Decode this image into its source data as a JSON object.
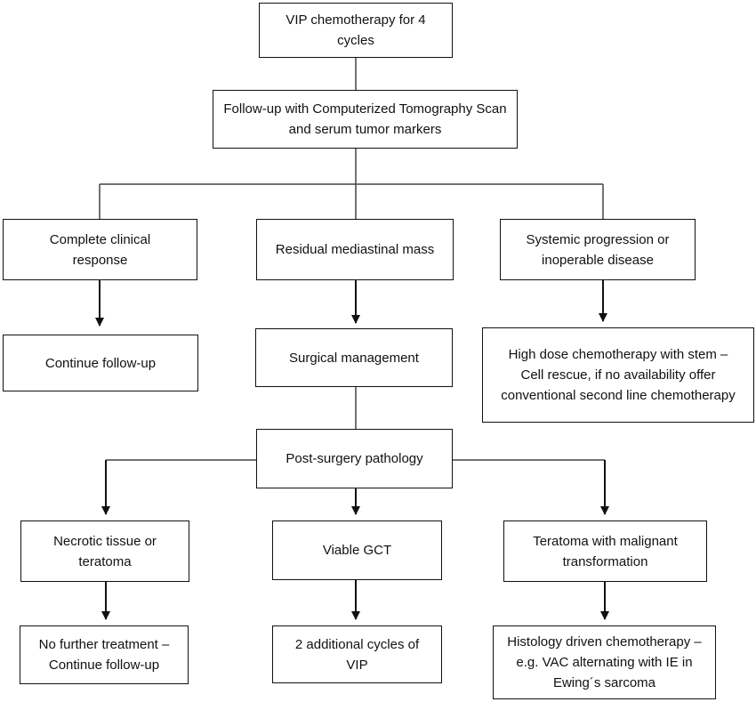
{
  "flowchart": {
    "nodes": {
      "vip": "VIP chemotherapy for 4 cycles",
      "followup_ct": "Follow-up with Computerized Tomography Scan and serum tumor markers",
      "complete_response": "Complete clinical response",
      "residual_mass": "Residual mediastinal mass",
      "systemic_progression": "Systemic progression or inoperable disease",
      "continue_followup": "Continue follow-up",
      "surgical_management": "Surgical management",
      "high_dose": "High dose chemotherapy with stem – Cell rescue, if no availability offer conventional second line chemotherapy",
      "post_surgery": "Post-surgery pathology",
      "necrotic": "Necrotic tissue or teratoma",
      "viable_gct": "Viable GCT",
      "teratoma_malignant": "Teratoma with malignant transformation",
      "no_further": "No further treatment – Continue follow-up",
      "additional_vip": "2 additional cycles of VIP",
      "histology_driven": "Histology driven chemotherapy – e.g. VAC alternating with IE in Ewing´s sarcoma"
    }
  }
}
